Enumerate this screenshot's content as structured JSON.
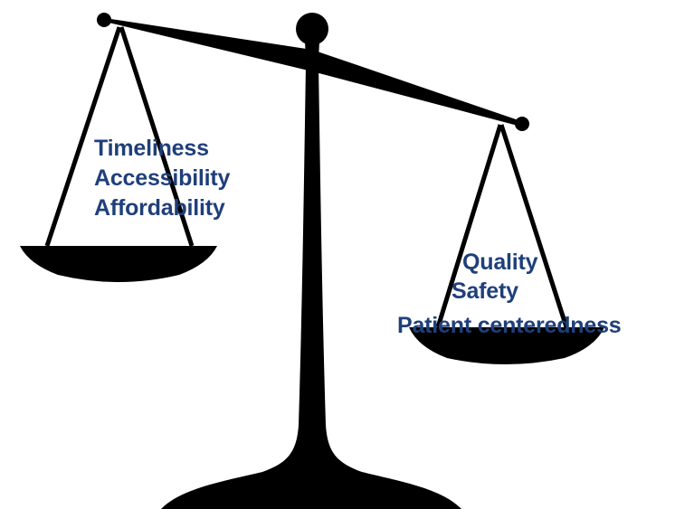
{
  "colors": {
    "text": "#1F3F7A",
    "scale": "#000000",
    "background": "#FFFFFF"
  },
  "left_pan": {
    "items": [
      "Timeliness",
      "Accessibility",
      "Affordability"
    ]
  },
  "right_pan": {
    "items": [
      "Quality",
      "Safety",
      "Patient centeredness"
    ]
  }
}
